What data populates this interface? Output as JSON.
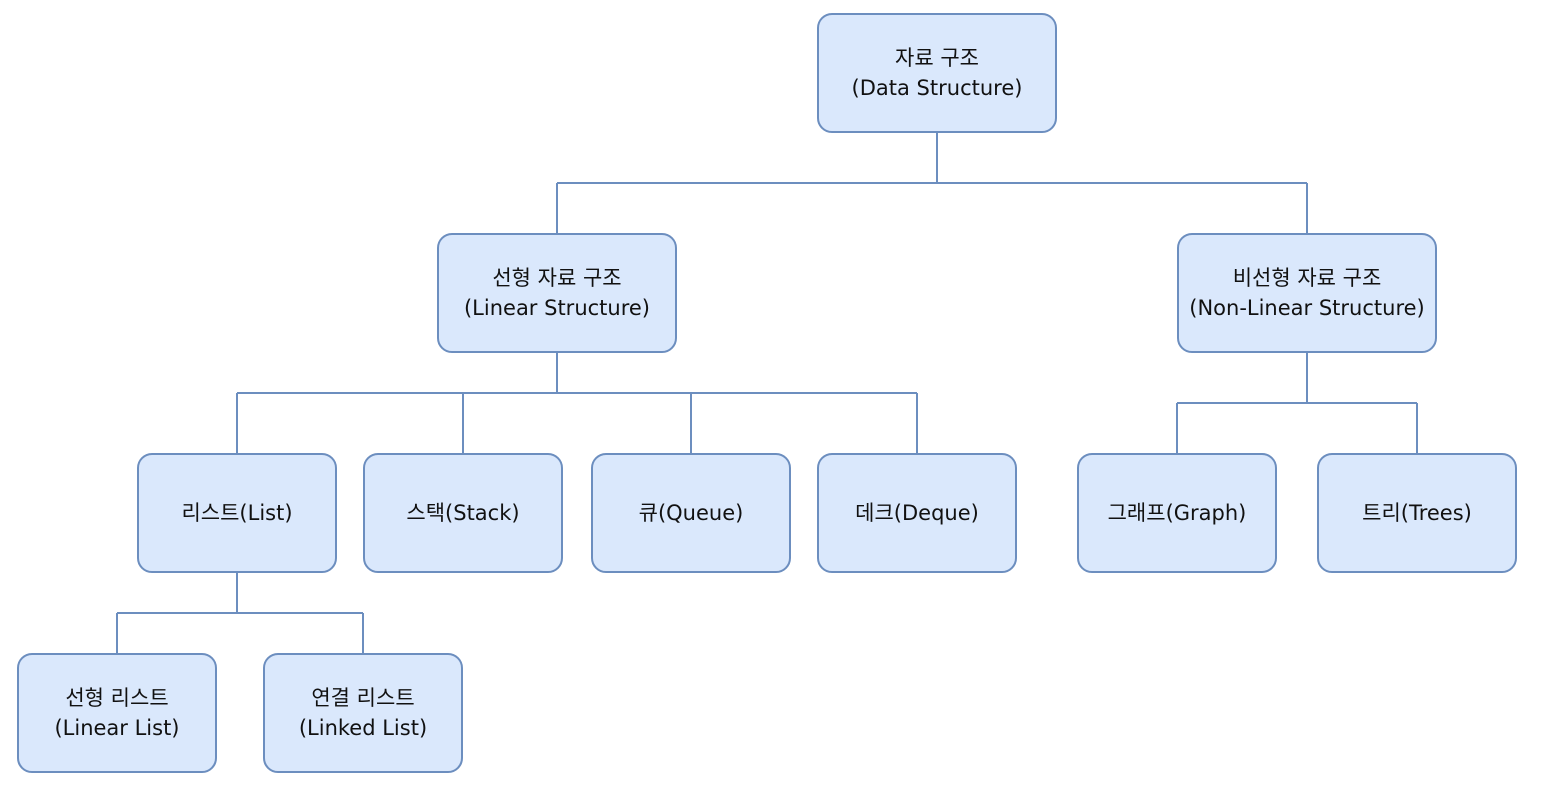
{
  "diagram": {
    "colors": {
      "node_fill": "#dae8fc",
      "node_border": "#6c8ebf",
      "connector": "#6c8ebf"
    },
    "root": {
      "label_ko": "자료 구조",
      "label_en": "(Data Structure)"
    },
    "linear": {
      "label_ko": "선형 자료 구조",
      "label_en": "(Linear Structure)",
      "children": {
        "list": {
          "label": "리스트(List)",
          "children": {
            "linear_list": {
              "label_ko": "선형 리스트",
              "label_en": "(Linear List)"
            },
            "linked_list": {
              "label_ko": "연결 리스트",
              "label_en": "(Linked List)"
            }
          }
        },
        "stack": {
          "label": "스택(Stack)"
        },
        "queue": {
          "label": "큐(Queue)"
        },
        "deque": {
          "label": "데크(Deque)"
        }
      }
    },
    "nonlinear": {
      "label_ko": "비선형 자료 구조",
      "label_en": "(Non-Linear Structure)",
      "children": {
        "graph": {
          "label": "그래프(Graph)"
        },
        "trees": {
          "label": "트리(Trees)"
        }
      }
    }
  }
}
